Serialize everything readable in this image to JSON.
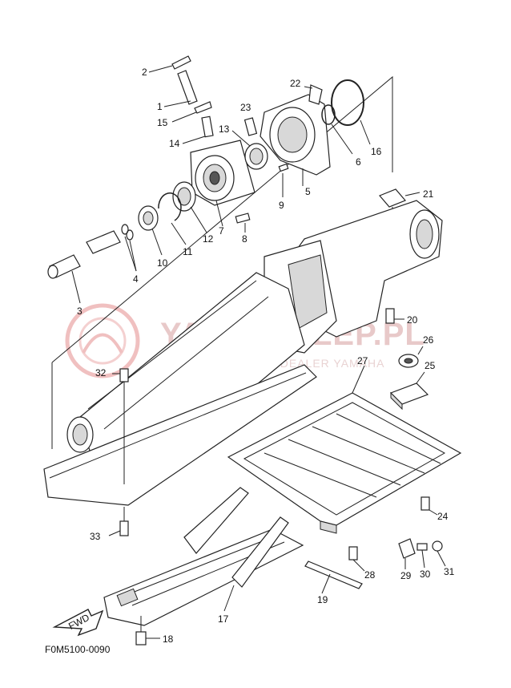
{
  "diagram": {
    "code": "F0M5100-0090",
    "fwd_label": "FWD",
    "watermark": {
      "brand": "YAMA-SKLEP.PL",
      "subtitle": "WOJCIECHOWICZ - DEALER YAMAHA"
    },
    "callouts": [
      {
        "id": "1",
        "label": "1"
      },
      {
        "id": "2",
        "label": "2"
      },
      {
        "id": "3",
        "label": "3"
      },
      {
        "id": "4",
        "label": "4"
      },
      {
        "id": "5",
        "label": "5"
      },
      {
        "id": "6",
        "label": "6"
      },
      {
        "id": "7",
        "label": "7"
      },
      {
        "id": "8",
        "label": "8"
      },
      {
        "id": "9",
        "label": "9"
      },
      {
        "id": "10",
        "label": "10"
      },
      {
        "id": "11",
        "label": "11"
      },
      {
        "id": "12",
        "label": "12"
      },
      {
        "id": "13",
        "label": "13"
      },
      {
        "id": "14",
        "label": "14"
      },
      {
        "id": "15",
        "label": "15"
      },
      {
        "id": "16",
        "label": "16"
      },
      {
        "id": "17",
        "label": "17"
      },
      {
        "id": "18",
        "label": "18"
      },
      {
        "id": "19",
        "label": "19"
      },
      {
        "id": "20",
        "label": "20"
      },
      {
        "id": "21",
        "label": "21"
      },
      {
        "id": "22",
        "label": "22"
      },
      {
        "id": "23",
        "label": "23"
      },
      {
        "id": "24",
        "label": "24"
      },
      {
        "id": "25",
        "label": "25"
      },
      {
        "id": "26",
        "label": "26"
      },
      {
        "id": "27",
        "label": "27"
      },
      {
        "id": "28",
        "label": "28"
      },
      {
        "id": "29",
        "label": "29"
      },
      {
        "id": "30",
        "label": "30"
      },
      {
        "id": "31",
        "label": "31"
      },
      {
        "id": "32",
        "label": "32"
      },
      {
        "id": "33",
        "label": "33"
      }
    ]
  }
}
